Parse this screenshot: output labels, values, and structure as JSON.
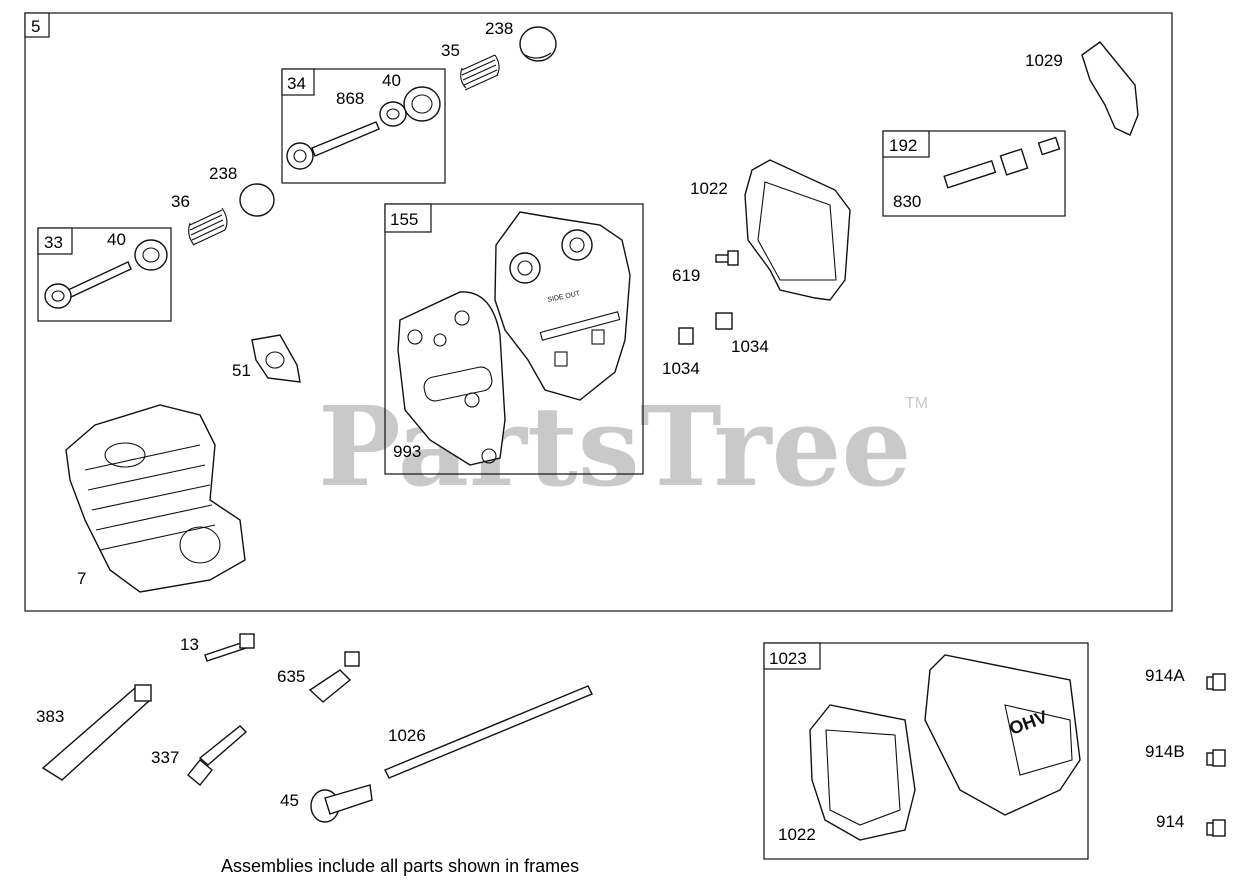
{
  "watermark": {
    "text": "PartsTree",
    "trademark": "TM"
  },
  "footer_note": "Assemblies include all parts shown in frames",
  "frames": {
    "main": "5",
    "valve_exhaust": "34",
    "valve_intake": "33",
    "gasket_set": "155",
    "rocker_stud": "192",
    "valve_cover": "1023"
  },
  "callouts": {
    "p238_top": "238",
    "p35": "35",
    "p40_top": "40",
    "p868": "868",
    "p238_mid": "238",
    "p36": "36",
    "p40_left": "40",
    "p51": "51",
    "p7": "7",
    "p993": "993",
    "p1022_top": "1022",
    "p619": "619",
    "p1034_a": "1034",
    "p1034_b": "1034",
    "p1029": "1029",
    "p830": "830",
    "p13": "13",
    "p635": "635",
    "p383": "383",
    "p337": "337",
    "p1026": "1026",
    "p45": "45",
    "p1022_bottom": "1022",
    "p914A": "914A",
    "p914B": "914B",
    "p914": "914"
  },
  "cover_logo": "OHV",
  "gasket_marking": "SIDE OUT"
}
